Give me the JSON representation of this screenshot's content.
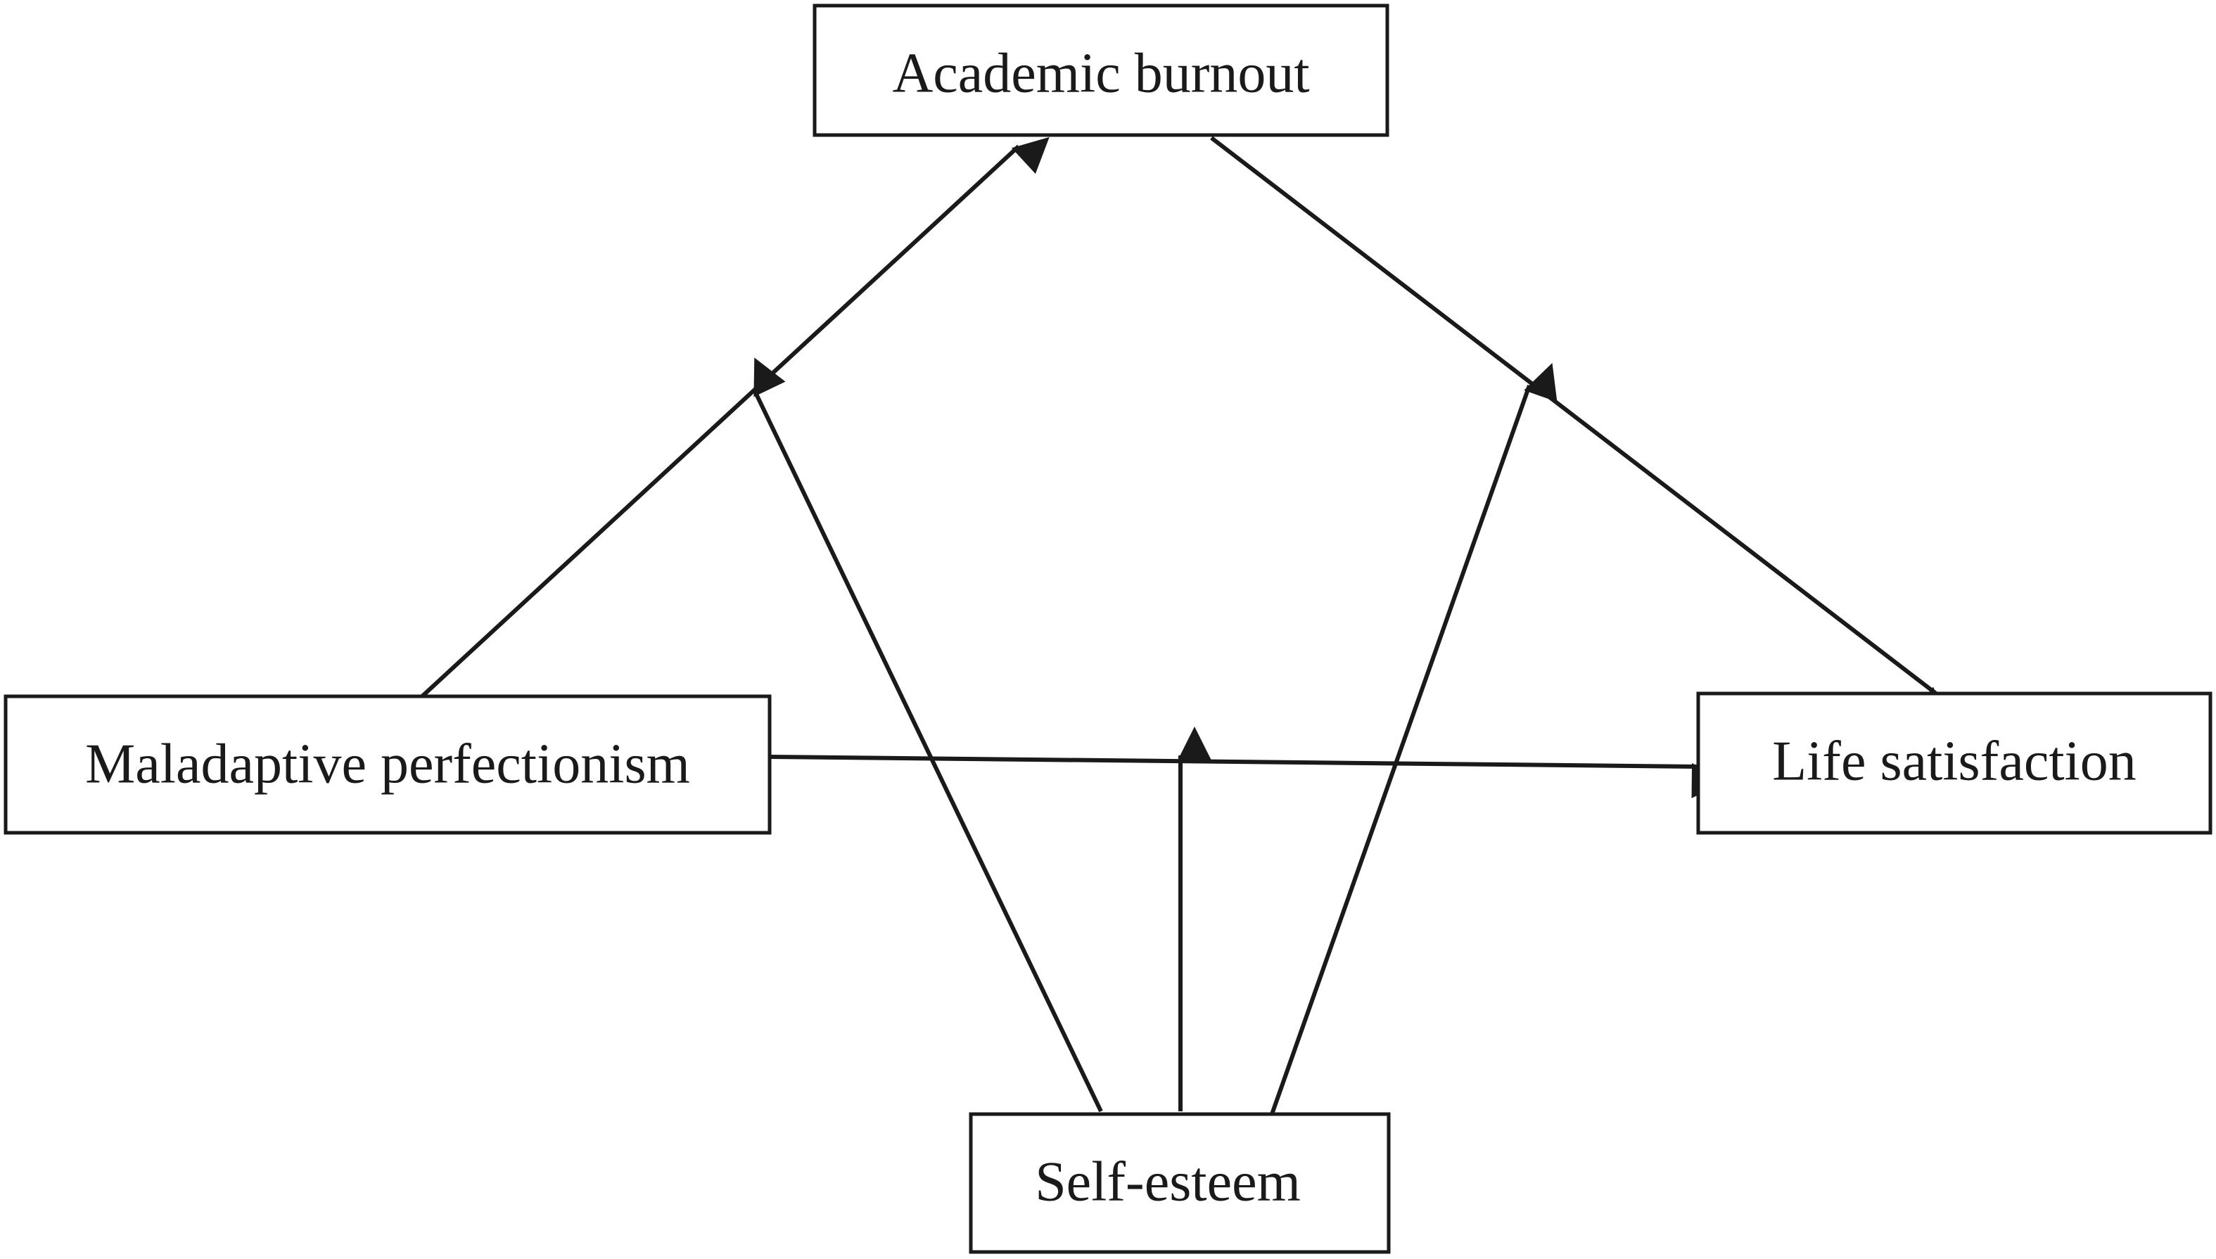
{
  "diagram": {
    "nodes": {
      "burnout": {
        "label": "Academic burnout"
      },
      "perfectionism": {
        "label": "Maladaptive perfectionism"
      },
      "satisfaction": {
        "label": "Life satisfaction"
      },
      "esteem": {
        "label": "Self-esteem"
      }
    },
    "edges": [
      {
        "from": "perfectionism",
        "to": "burnout"
      },
      {
        "from": "burnout",
        "to": "satisfaction"
      },
      {
        "from": "perfectionism",
        "to": "satisfaction"
      },
      {
        "from": "esteem",
        "to": "edge:perfectionism-burnout"
      },
      {
        "from": "esteem",
        "to": "edge:perfectionism-satisfaction"
      },
      {
        "from": "esteem",
        "to": "edge:burnout-satisfaction"
      }
    ],
    "colors": {
      "stroke": "#1a1a1a",
      "background": "#ffffff"
    }
  }
}
